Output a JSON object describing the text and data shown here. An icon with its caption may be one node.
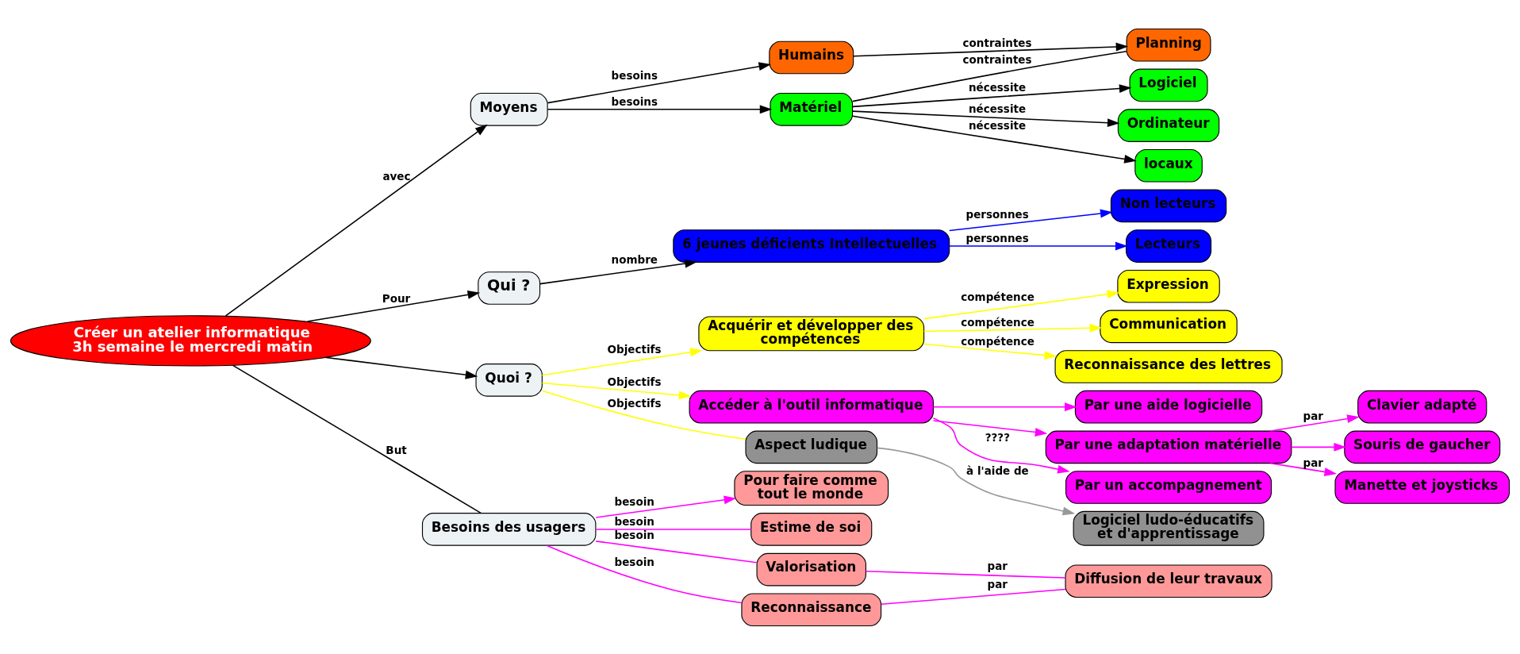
{
  "diagram": {
    "nodes": [
      {
        "text": [
          "Créer un atelier informatique 3h semaine le mercredi matin"
        ]
      },
      {
        "text": [
          "Moyens"
        ]
      },
      {
        "text": [
          "Matériel"
        ]
      },
      {
        "text": [
          "Humains"
        ]
      },
      {
        "text": [
          "Planning"
        ]
      },
      {
        "text": [
          "Logiciel"
        ]
      },
      {
        "text": [
          "Ordinateur"
        ]
      },
      {
        "text": [
          "locaux"
        ]
      },
      {
        "text": [
          "Qui ?"
        ]
      },
      {
        "text": [
          "6 jeunes déficients Intellectuelles"
        ]
      },
      {
        "text": [
          "Non lecteurs"
        ]
      },
      {
        "text": [
          "Lecteurs"
        ]
      },
      {
        "text": [
          "Quoi ?"
        ]
      },
      {
        "text": [
          "Acquérir et développer des compétences"
        ]
      },
      {
        "text": [
          "Expression"
        ]
      },
      {
        "text": [
          "Communication"
        ]
      },
      {
        "text": [
          "Reconnaissance des lettres"
        ]
      },
      {
        "text": [
          "Accéder à l'outil informatique"
        ]
      },
      {
        "text": [
          "Par une aide logicielle"
        ]
      },
      {
        "text": [
          "Par une adaptation matérielle"
        ]
      },
      {
        "text": [
          "Par un accompagnement"
        ]
      },
      {
        "text": [
          "Clavier adapté"
        ]
      },
      {
        "text": [
          "Souris de gaucher"
        ]
      },
      {
        "text": [
          "Manette et joysticks"
        ]
      },
      {
        "text": [
          "Aspect ludique"
        ]
      },
      {
        "text": [
          "Logiciel ludo-éducatifs et d'apprentissage"
        ]
      },
      {
        "text": [
          "Besoins des usagers"
        ]
      },
      {
        "text": [
          "Pour faire comme tout le monde"
        ]
      },
      {
        "text": [
          "Estime de soi"
        ]
      },
      {
        "text": [
          "Valorisation"
        ]
      },
      {
        "text": [
          "Reconnaissance"
        ]
      },
      {
        "text": [
          "Diffusion de leur travaux"
        ]
      }
    ],
    "edges": [
      {
        "from": 0,
        "to": 1,
        "label": "avec",
        "arrow": "to"
      },
      {
        "from": 1,
        "to": 2,
        "label": "besoins",
        "arrow": "to"
      },
      {
        "from": 1,
        "to": 3,
        "label": "besoins",
        "arrow": "to"
      },
      {
        "from": 2,
        "to": 4,
        "label": "contraintes",
        "arrow": "none"
      },
      {
        "from": 3,
        "to": 4,
        "label": "contraintes",
        "arrow": "to"
      },
      {
        "from": 2,
        "to": 5,
        "label": "nécessite",
        "arrow": "to"
      },
      {
        "from": 2,
        "to": 6,
        "label": "nécessite",
        "arrow": "to"
      },
      {
        "from": 2,
        "to": 7,
        "label": "nécessite",
        "arrow": "to"
      },
      {
        "from": 0,
        "to": 8,
        "label": "Pour",
        "arrow": "to"
      },
      {
        "from": 0,
        "to": 12,
        "arrow": "to"
      },
      {
        "from": 8,
        "to": 9,
        "label": "nombre",
        "arrow": "to"
      },
      {
        "from": 9,
        "to": 10,
        "label": "personnes",
        "arrow": "to",
        "color": "#0000ff"
      },
      {
        "from": 9,
        "to": 11,
        "label": "personnes",
        "arrow": "to",
        "color": "#0000ff"
      },
      {
        "from": 12,
        "to": 13,
        "label": "Objectifs",
        "arrow": "to",
        "color": "#ffff00"
      },
      {
        "from": 12,
        "to": 17,
        "label": "Objectifs",
        "arrow": "to",
        "color": "#ffff00"
      },
      {
        "from": 12,
        "to": 24,
        "label": "Objectifs",
        "arrow": "none",
        "color": "#ffff00"
      },
      {
        "from": 13,
        "to": 14,
        "label": "compétence",
        "arrow": "to",
        "color": "#ffff00"
      },
      {
        "from": 13,
        "to": 15,
        "label": "compétence",
        "arrow": "to",
        "color": "#ffff00"
      },
      {
        "from": 13,
        "to": 16,
        "label": "compétence",
        "arrow": "to",
        "color": "#ffff00"
      },
      {
        "from": 17,
        "to": 18,
        "arrow": "to",
        "color": "#ff00ff"
      },
      {
        "from": 17,
        "to": 19,
        "arrow": "to",
        "color": "#ff00ff"
      },
      {
        "from": 17,
        "to": 20,
        "label": "????",
        "arrow": "to",
        "color": "#ff00ff"
      },
      {
        "from": 19,
        "to": 21,
        "label": "par",
        "arrow": "to",
        "color": "#ff00ff"
      },
      {
        "from": 19,
        "to": 22,
        "arrow": "to",
        "color": "#ff00ff"
      },
      {
        "from": 19,
        "to": 23,
        "label": "par",
        "arrow": "to",
        "color": "#ff00ff"
      },
      {
        "from": 24,
        "to": 25,
        "label": "à l'aide de",
        "arrow": "to",
        "color": "#999999"
      },
      {
        "from": 0,
        "to": 26,
        "label": "But",
        "arrow": "none"
      },
      {
        "from": 26,
        "to": 27,
        "label": "besoin",
        "arrow": "to",
        "color": "#ff00ff"
      },
      {
        "from": 26,
        "to": 29,
        "label": "besoin",
        "arrow": "none",
        "color": "#ff00ff"
      },
      {
        "from": 26,
        "to": 28,
        "label": "besoin",
        "arrow": "none",
        "color": "#ff00ff"
      },
      {
        "from": 26,
        "to": 30,
        "label": "besoin",
        "arrow": "none",
        "color": "#ff00ff"
      },
      {
        "from": 29,
        "to": 31,
        "label": "par",
        "arrow": "none",
        "color": "#ff00ff"
      },
      {
        "from": 30,
        "to": 31,
        "label": "par",
        "arrow": "none",
        "color": "#ff00ff"
      }
    ]
  }
}
